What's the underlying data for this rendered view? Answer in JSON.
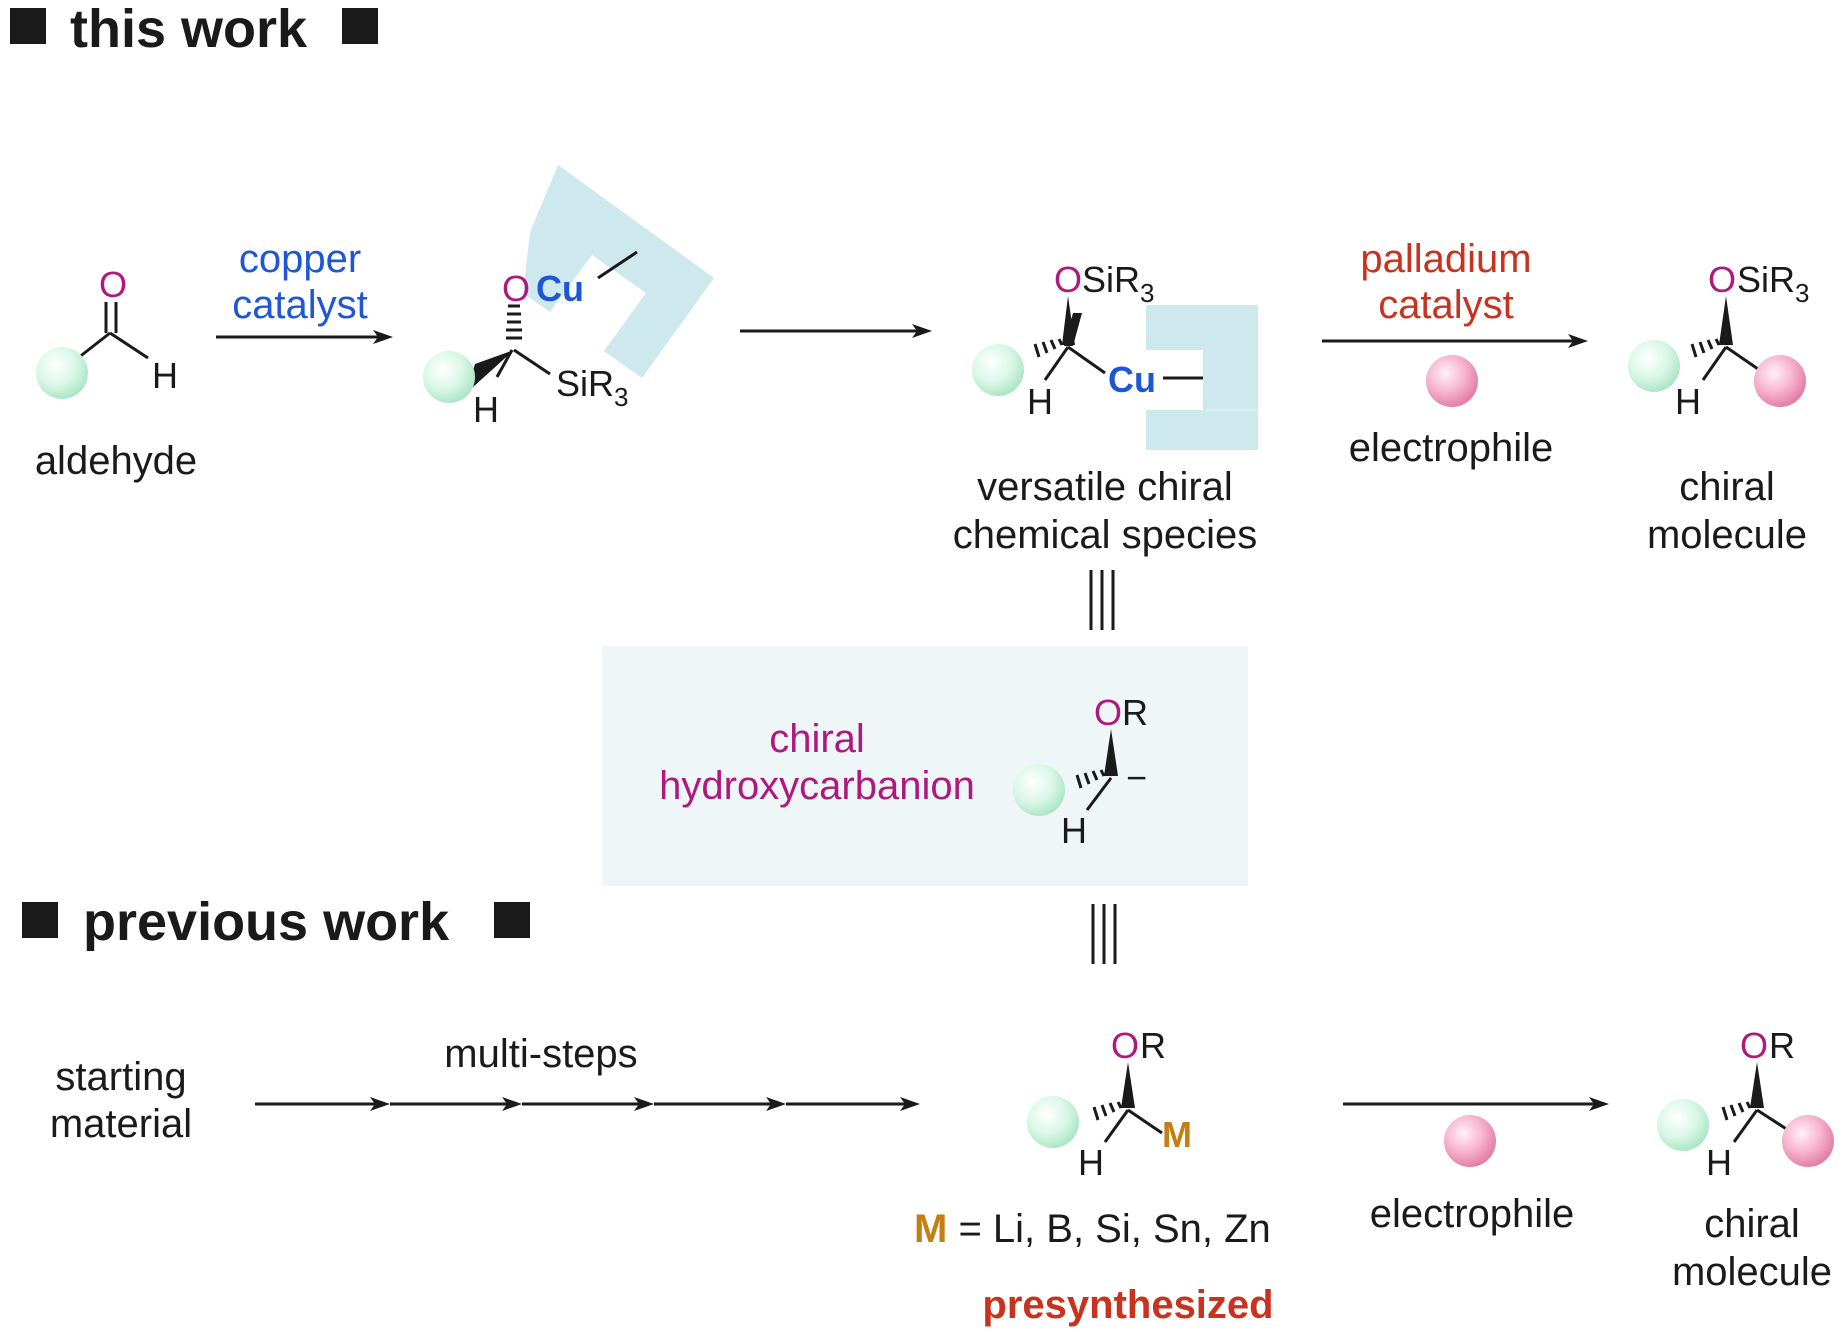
{
  "colors": {
    "ink": "#1a1a1a",
    "oxygen": "#b0187f",
    "copper": "#1e57d6",
    "palladium": "#c7331e",
    "metal": "#c47f12",
    "presynth": "#c7331e",
    "carbanion_label": "#b0187f",
    "green_ball": "#c9f2dc",
    "pink_ball": "#f6a8c6",
    "catalyst_shape": "#cde9ed",
    "panel_bg": "#eef6f7"
  },
  "this_work": {
    "header": "this work",
    "aldehyde": {
      "o": "O",
      "h": "H",
      "label": "aldehyde"
    },
    "copper_catalyst": [
      "copper",
      "catalyst"
    ],
    "intermediate1": {
      "o": "O",
      "cu": "Cu",
      "h": "H",
      "si": "SiR",
      "sub": "3"
    },
    "intermediate2": {
      "o": "O",
      "si": "SiR",
      "sub": "3",
      "h": "H",
      "cu": "Cu",
      "label": [
        "versatile chiral",
        "chemical species"
      ]
    },
    "palladium_catalyst": [
      "palladium",
      "catalyst"
    ],
    "electrophile": "electrophile",
    "product": {
      "o": "O",
      "si": "SiR",
      "sub": "3",
      "h": "H",
      "label": [
        "chiral",
        "molecule"
      ]
    },
    "equiv": "|||"
  },
  "carbanion_panel": {
    "label": [
      "chiral",
      "hydroxycarbanion"
    ],
    "o": "O",
    "r": "R",
    "h": "H",
    "charge": "−"
  },
  "previous_work": {
    "header": "previous work",
    "starting_material": [
      "starting",
      "material"
    ],
    "multi_steps": "multi-steps",
    "reagent": {
      "o": "O",
      "r": "R",
      "h": "H",
      "m": "M"
    },
    "metals_m": "M",
    "metals_list": " = Li, B, Si, Sn, Zn",
    "presynthesized": "presynthesized",
    "electrophile": "electrophile",
    "product": {
      "o": "O",
      "r": "R",
      "h": "H",
      "label": [
        "chiral",
        "molecule"
      ]
    },
    "equiv": "|||"
  }
}
